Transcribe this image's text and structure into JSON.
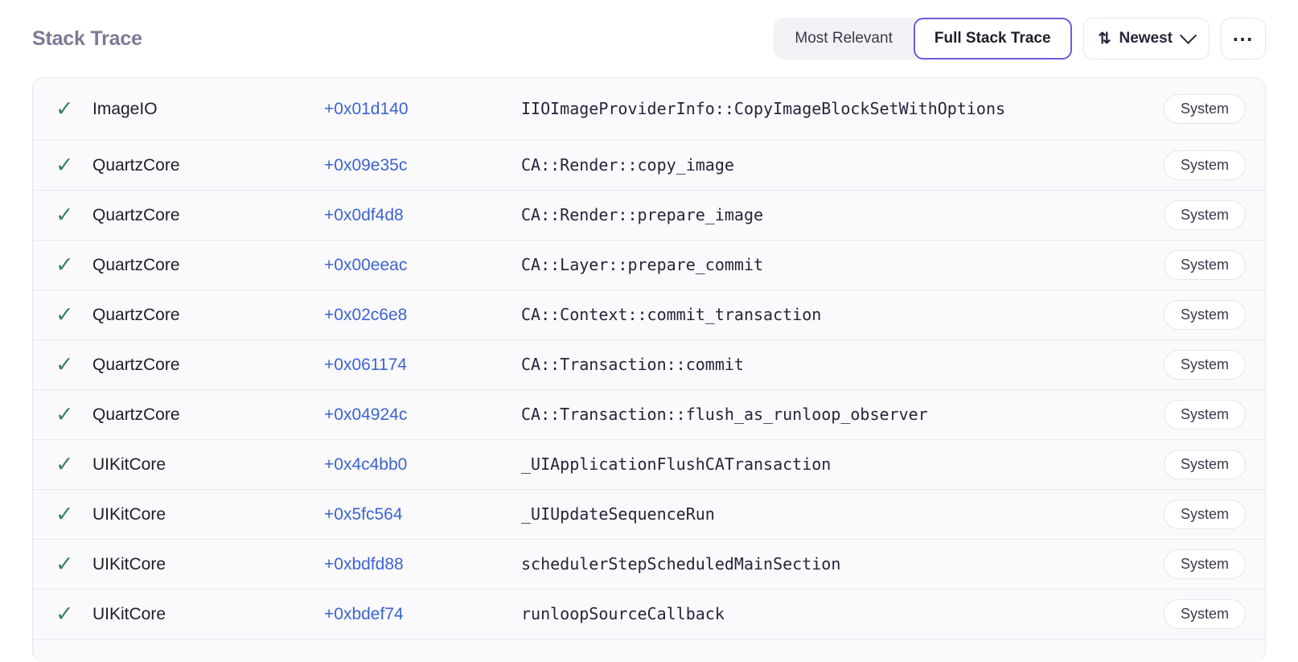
{
  "header": {
    "title": "Stack Trace",
    "segmented": {
      "options": [
        {
          "label": "Most Relevant",
          "selected": false
        },
        {
          "label": "Full Stack Trace",
          "selected": true
        }
      ]
    },
    "sort": {
      "icon": "sort-arrows-icon",
      "label": "Newest",
      "chevron": "chevron-down-icon"
    },
    "more": {
      "label": "•••",
      "icon": "ellipsis-icon"
    }
  },
  "colors": {
    "title": "#7d7897",
    "accent_purple": "#6c5ce0",
    "link_blue": "#3d63d2",
    "check_green": "#3e8068",
    "row_bg": "#fafafc",
    "border": "#e6e4ee"
  },
  "table": {
    "status_icon": "check-icon",
    "rows": [
      {
        "module": "ImageIO",
        "offset": "+0x01d140",
        "symbol": "IIOImageProviderInfo::CopyImageBlockSetWithOptions",
        "badge": "System",
        "wrapped": true
      },
      {
        "module": "QuartzCore",
        "offset": "+0x09e35c",
        "symbol": "CA::Render::copy_image",
        "badge": "System",
        "wrapped": false
      },
      {
        "module": "QuartzCore",
        "offset": "+0x0df4d8",
        "symbol": "CA::Render::prepare_image",
        "badge": "System",
        "wrapped": false
      },
      {
        "module": "QuartzCore",
        "offset": "+0x00eeac",
        "symbol": "CA::Layer::prepare_commit",
        "badge": "System",
        "wrapped": false
      },
      {
        "module": "QuartzCore",
        "offset": "+0x02c6e8",
        "symbol": "CA::Context::commit_transaction",
        "badge": "System",
        "wrapped": false
      },
      {
        "module": "QuartzCore",
        "offset": "+0x061174",
        "symbol": "CA::Transaction::commit",
        "badge": "System",
        "wrapped": false
      },
      {
        "module": "QuartzCore",
        "offset": "+0x04924c",
        "symbol": "CA::Transaction::flush_as_runloop_observer",
        "badge": "System",
        "wrapped": false
      },
      {
        "module": "UIKitCore",
        "offset": "+0x4c4bb0",
        "symbol": "_UIApplicationFlushCATransaction",
        "badge": "System",
        "wrapped": false
      },
      {
        "module": "UIKitCore",
        "offset": "+0x5fc564",
        "symbol": "_UIUpdateSequenceRun",
        "badge": "System",
        "wrapped": false
      },
      {
        "module": "UIKitCore",
        "offset": "+0xbdfd88",
        "symbol": "schedulerStepScheduledMainSection",
        "badge": "System",
        "wrapped": false
      },
      {
        "module": "UIKitCore",
        "offset": "+0xbdef74",
        "symbol": "runloopSourceCallback",
        "badge": "System",
        "wrapped": false
      }
    ]
  }
}
